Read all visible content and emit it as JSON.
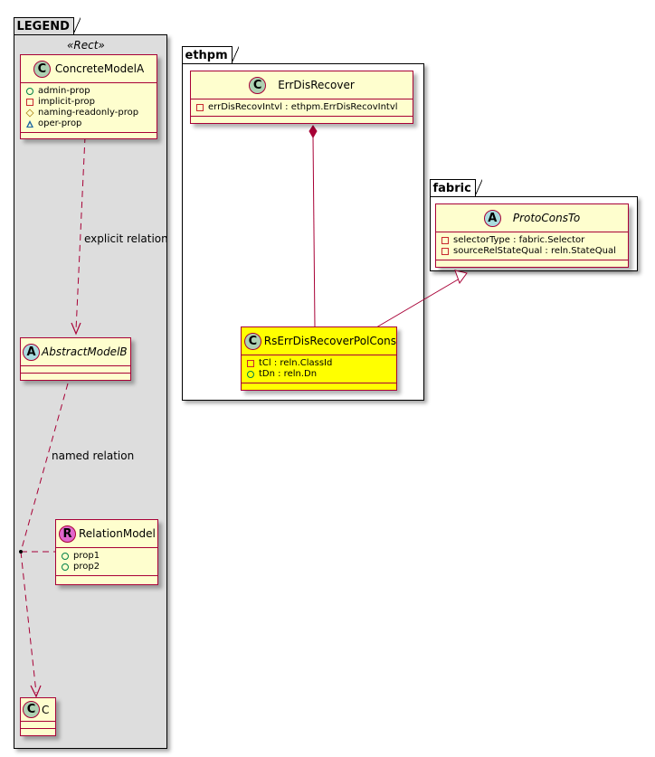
{
  "packages": {
    "legend": {
      "name": "LEGEND",
      "stereotype": "«Rect»",
      "classes": {
        "concrete": {
          "name": "ConcreteModelA",
          "icon": "C",
          "attributes": [
            {
              "visibility": "public",
              "text": "admin-prop"
            },
            {
              "visibility": "private",
              "text": "implicit-prop"
            },
            {
              "visibility": "protected",
              "text": "naming-readonly-prop"
            },
            {
              "visibility": "package",
              "text": "oper-prop"
            }
          ]
        },
        "abstract": {
          "name": "AbstractModelB",
          "icon": "A"
        },
        "relation": {
          "name": "RelationModel",
          "icon": "R",
          "attributes": [
            {
              "visibility": "public",
              "text": "prop1"
            },
            {
              "visibility": "public",
              "text": "prop2"
            }
          ]
        },
        "c": {
          "name": "C",
          "icon": "C"
        }
      },
      "relations": {
        "explicit": "explicit relation",
        "named": "named relation"
      }
    },
    "ethpm": {
      "name": "ethpm",
      "classes": {
        "errdis": {
          "name": "ErrDisRecover",
          "icon": "C",
          "attributes": [
            {
              "visibility": "private",
              "text": "errDisRecovIntvl : ethpm.ErrDisRecovIntvl"
            }
          ]
        },
        "rs": {
          "name": "RsErrDisRecoverPolCons",
          "icon": "C",
          "highlighted": true,
          "attributes": [
            {
              "visibility": "private",
              "text": "tCl : reln.ClassId"
            },
            {
              "visibility": "public",
              "text": "tDn : reln.Dn"
            }
          ]
        }
      }
    },
    "fabric": {
      "name": "fabric",
      "classes": {
        "proto": {
          "name": "ProtoConsTo",
          "icon": "A",
          "attributes": [
            {
              "visibility": "private",
              "text": "selectorType : fabric.Selector"
            },
            {
              "visibility": "private",
              "text": "sourceRelStateQual : reln.StateQual"
            }
          ]
        }
      }
    }
  },
  "colors": {
    "class_fill": "#FEFECE",
    "class_border": "#A80036",
    "highlight_fill": "#FFFF00",
    "legend_bg": "#DDDDDD",
    "link": "#A80036"
  }
}
